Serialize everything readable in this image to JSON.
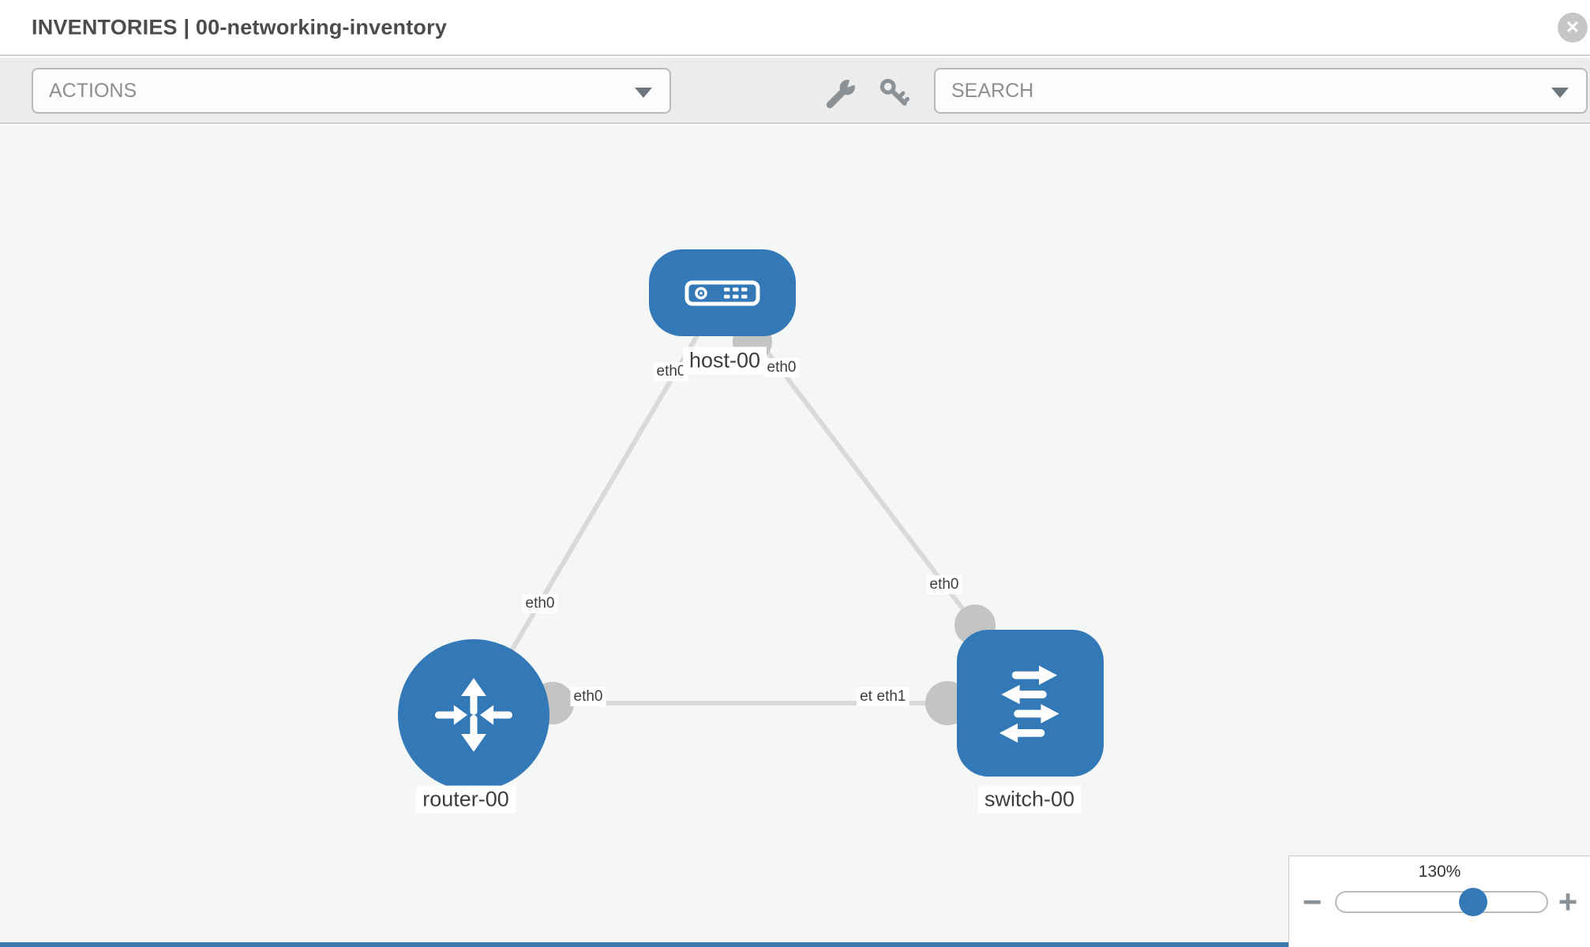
{
  "window": {
    "title": "INVENTORIES | 00-networking-inventory",
    "close_label": "✕"
  },
  "toolbar": {
    "actions_dropdown": {
      "value": "ACTIONS"
    },
    "search_dropdown": {
      "placeholder": "SEARCH"
    },
    "icons": [
      "wrench",
      "key"
    ]
  },
  "topology": {
    "nodes": [
      {
        "name": "host-00",
        "type": "host"
      },
      {
        "name": "router-00",
        "type": "router"
      },
      {
        "name": "switch-00",
        "type": "switch"
      }
    ],
    "links": [
      {
        "source": "host-00",
        "source_interface": "eth0",
        "target": "router-00",
        "target_interface": "eth0"
      },
      {
        "source": "host-00",
        "source_interface": "eth0",
        "target": "switch-00",
        "target_interface": "eth0"
      },
      {
        "source": "router-00",
        "source_interface": "eth0",
        "target": "switch-00",
        "target_interface": "eth1",
        "partial_label": "et"
      }
    ]
  },
  "zoom_control": {
    "level": "130%",
    "minus_label": "−",
    "plus_label": "+"
  },
  "colors": {
    "node_blue": "#3379b7",
    "link_gray": "#d9d9d9",
    "dot_gray": "#c4c4c4",
    "canvas_bg": "#f5f6f6",
    "toolbar_bg": "#ececec",
    "accent_strip": "#3b76ad"
  }
}
